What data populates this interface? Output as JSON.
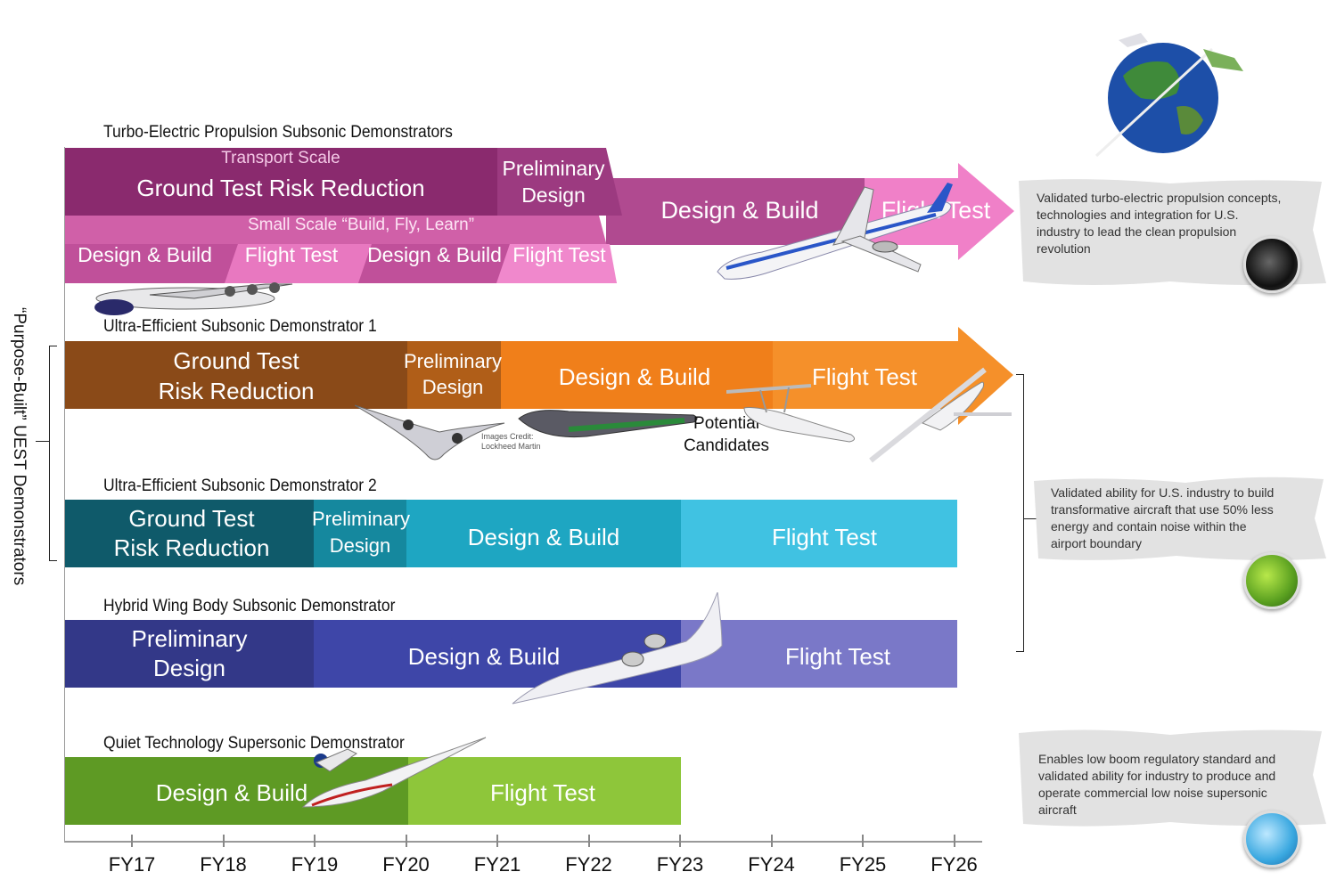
{
  "colors": {
    "turbo_dark": "#8a2a6e",
    "turbo_mid": "#b04a90",
    "turbo_light": "#e070b8",
    "turbo_pink": "#f080c8",
    "uest1_dark": "#8a4a18",
    "uest1_mid": "#b05e18",
    "uest1_orange": "#f07f1a",
    "uest2_dark": "#0f5a6a",
    "uest2_mid": "#15889e",
    "uest2_light": "#28b8d8",
    "hwb_dark": "#333888",
    "hwb_mid": "#3e46a8",
    "hwb_light": "#7a78c8",
    "qtsd_dark": "#5e9a24",
    "qtsd_light": "#8ec63a"
  },
  "vertical_label": "“Purpose-Built” UEST Demonstrators",
  "sections": {
    "turbo": {
      "title": "Turbo-Electric Propulsion Subsonic Demonstrators",
      "transport_scale": "Transport Scale",
      "ground_test": "Ground Test Risk Reduction",
      "prelim_1": "Preliminary",
      "prelim_2": "Design",
      "small_scale": "Small Scale “Build, Fly, Learn”",
      "design_build_a": "Design & Build",
      "flight_test_a": "Flight Test",
      "design_build_b": "Design & Build",
      "flight_test_b": "Flight Test",
      "design_build_main": "Design & Build",
      "flight_test_main": "Flight Test"
    },
    "uest1": {
      "title": "Ultra-Efficient Subsonic Demonstrator 1",
      "ground_1": "Ground Test",
      "ground_2": "Risk Reduction",
      "prelim_1": "Preliminary",
      "prelim_2": "Design",
      "design_build": "Design & Build",
      "flight_test": "Flight Test",
      "credit_1": "Images Credit:",
      "credit_2": "Lockheed Martin",
      "candidates_1": "Potential",
      "candidates_2": "Candidates"
    },
    "uest2": {
      "title": "Ultra-Efficient Subsonic Demonstrator 2",
      "ground_1": "Ground Test",
      "ground_2": "Risk Reduction",
      "prelim_1": "Preliminary",
      "prelim_2": "Design",
      "design_build": "Design & Build",
      "flight_test": "Flight Test"
    },
    "hwb": {
      "title": "Hybrid Wing Body Subsonic Demonstrator",
      "prelim_1": "Preliminary",
      "prelim_2": "Design",
      "design_build": "Design & Build",
      "flight_test": "Flight Test"
    },
    "qtsd": {
      "title": "Quiet Technology Supersonic Demonstrator",
      "design_build": "Design & Build",
      "flight_test": "Flight Test"
    }
  },
  "outcomes": {
    "turbo": "Validated turbo-electric propulsion concepts, technologies and integration for U.S. industry to lead the clean propulsion revolution",
    "uest": "Validated ability for U.S. industry to build transformative aircraft that use 50% less energy and contain noise within the airport boundary",
    "qtsd": "Enables low boom regulatory standard and validated ability for industry to produce and operate commercial low noise supersonic aircraft"
  },
  "axis": {
    "labels": [
      "FY17",
      "FY18",
      "FY19",
      "FY20",
      "FY21",
      "FY22",
      "FY23",
      "FY24",
      "FY25",
      "FY26"
    ]
  },
  "icons": [
    "globe-icon",
    "airplane-icon",
    "turbine-badge-icon",
    "leaf-plane-badge-icon",
    "supersonic-badge-icon"
  ]
}
